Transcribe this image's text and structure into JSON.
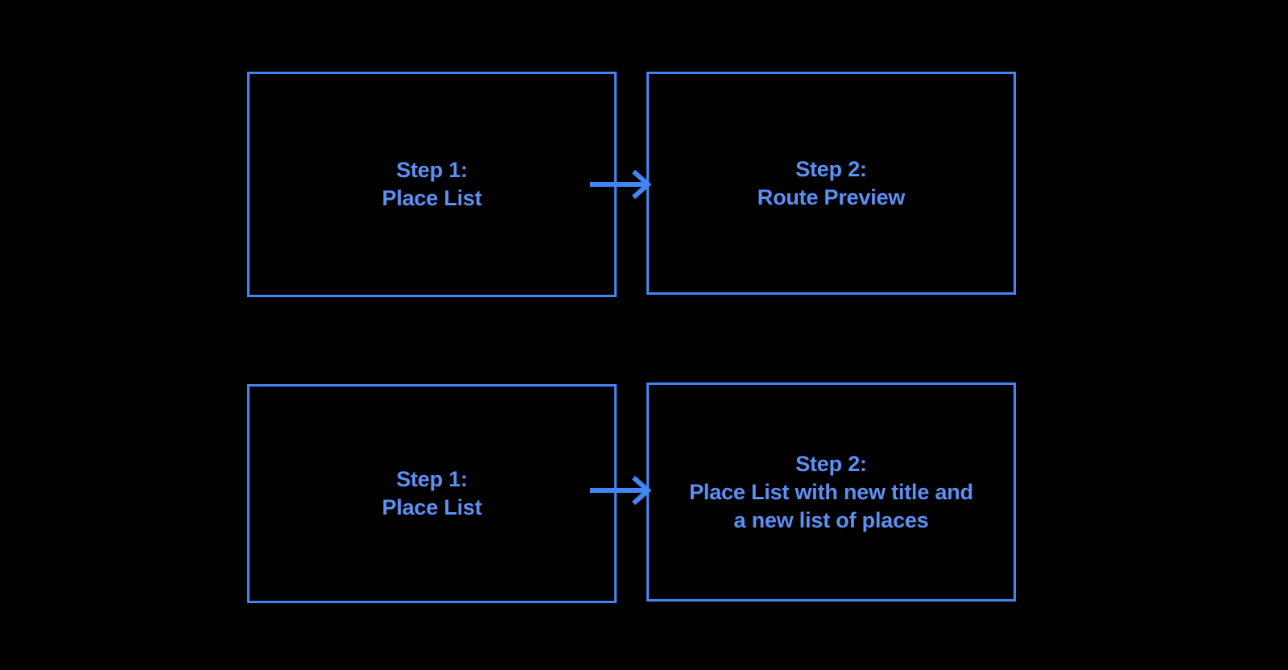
{
  "diagram": {
    "title": "Two-flow step diagram",
    "background_color": "#000000",
    "border_color": "#4285f4",
    "text_color": "#5b90f5",
    "flows": [
      {
        "name": "route-preview-flow",
        "from": {
          "id": "step1-top",
          "title": "Step 1:",
          "subtitle": "Place List",
          "text": "Step 1:\nPlace List"
        },
        "connector": {
          "name": "arrow-right",
          "icon": "arrow-right-icon",
          "direction": "right"
        },
        "to": {
          "id": "step2-top",
          "title": "Step 2:",
          "subtitle": "Route Preview",
          "text": "Step 2:\nRoute Preview"
        }
      },
      {
        "name": "new-place-list-flow",
        "from": {
          "id": "step1-bottom",
          "title": "Step 1:",
          "subtitle": "Place List",
          "text": "Step 1:\nPlace List"
        },
        "connector": {
          "name": "arrow-right",
          "icon": "arrow-right-icon",
          "direction": "right"
        },
        "to": {
          "id": "step2-bottom",
          "title": "Step 2:",
          "subtitle": "Place List with new title and a new list of places",
          "text": "Step 2:\nPlace List with new title and\na new list of places"
        }
      }
    ]
  }
}
